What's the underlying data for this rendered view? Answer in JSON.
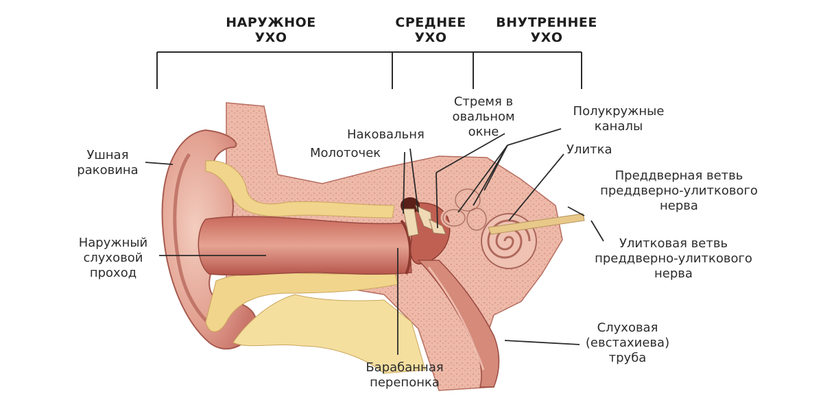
{
  "sections": {
    "outer": [
      "НАРУЖНОЕ",
      "УХО"
    ],
    "middle": [
      "СРЕДНЕЕ",
      "УХО"
    ],
    "inner": [
      "ВНУТРЕННЕЕ",
      "УХО"
    ]
  },
  "labels": {
    "auricle": [
      "Ушная",
      "раковина"
    ],
    "ear_canal": [
      "Наружный",
      "слуховой",
      "проход"
    ],
    "malleus": "Молоточек",
    "incus": "Наковальня",
    "stapes": [
      "Стремя в",
      "овальном",
      "окне"
    ],
    "semicircular": [
      "Полукружные",
      "каналы"
    ],
    "cochlea": "Улитка",
    "vestibular_branch": [
      "Преддверная ветвь",
      "преддверно-улиткового",
      "нерва"
    ],
    "cochlear_branch": [
      "Улитковая ветвь",
      "преддверно-улиткового",
      "нерва"
    ],
    "eustachian": [
      "Слуховая",
      "(евстахиева)",
      "труба"
    ],
    "eardrum": [
      "Барабанная",
      "перепонка"
    ]
  },
  "colors": {
    "skin": "#d98b7e",
    "skin_light": "#efc1b4",
    "canal": "#b9554a",
    "bone": "#f1d58c",
    "bone_light": "#f8e6b2",
    "dark": "#5a1f18",
    "line": "#2a2a2a",
    "nerve": "#e8c98a"
  }
}
